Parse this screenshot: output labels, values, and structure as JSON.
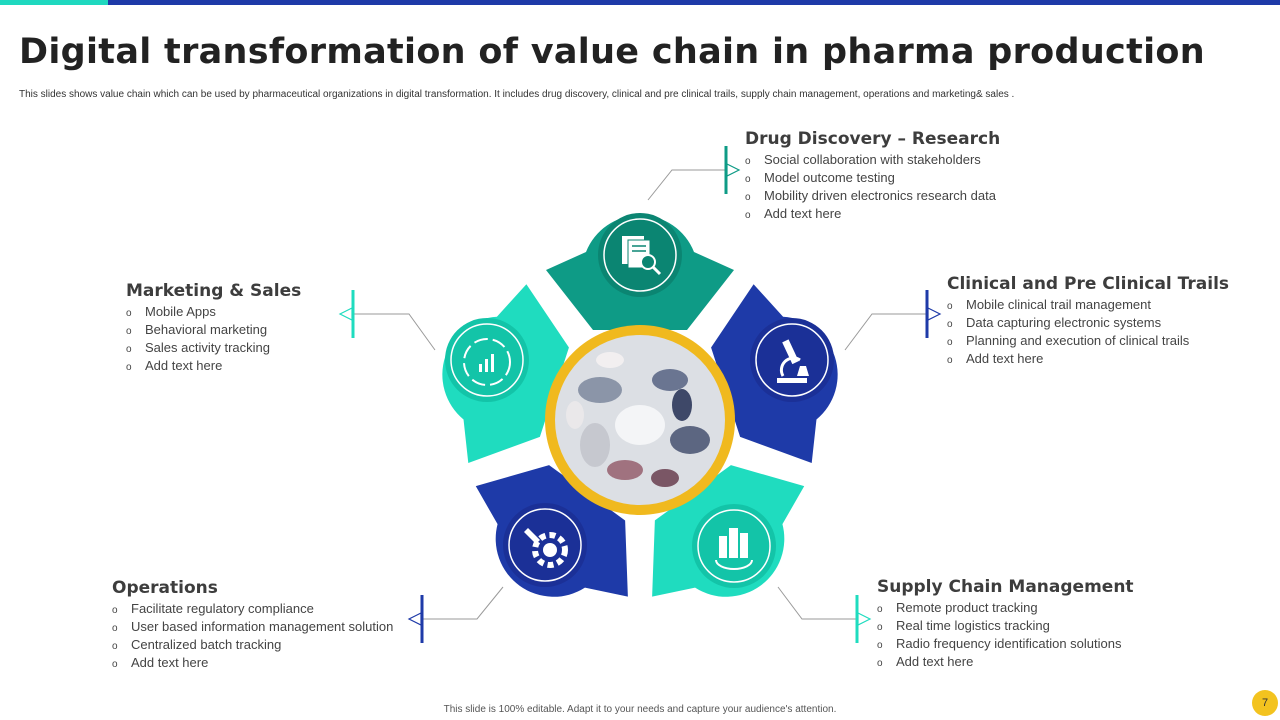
{
  "title": "Digital transformation of value chain in pharma production",
  "subtitle": "This slides shows value chain which can be used by pharmaceutical organizations in digital transformation. It includes drug discovery, clinical and pre clinical trails, supply chain management,  operations and marketing&  sales .",
  "bullet_glyph": "o",
  "colors": {
    "teal_dark": "#0e9b86",
    "teal_light": "#1fdcbf",
    "blue": "#1e3aa8",
    "gold": "#f0b91e"
  },
  "sections": {
    "drug": {
      "heading": "Drug Discovery – Research",
      "icon": "document-search-icon",
      "items": [
        "Social collaboration with stakeholders",
        "Model outcome testing",
        "Mobility driven  electronics research data",
        "Add text here"
      ]
    },
    "clinical": {
      "heading": "Clinical and Pre Clinical Trails",
      "icon": "microscope-icon",
      "items": [
        "Mobile clinical trail management",
        "Data capturing electronic systems",
        "Planning and execution of clinical trails",
        "Add text here"
      ]
    },
    "marketing": {
      "heading": "Marketing & Sales",
      "icon": "marketing-cycle-icon",
      "items": [
        "Mobile Apps",
        "Behavioral  marketing",
        "Sales activity tracking",
        "Add text here"
      ]
    },
    "operations": {
      "heading": "Operations",
      "icon": "hand-gear-icon",
      "items": [
        "Facilitate regulatory compliance",
        "User based information  management solution",
        "Centralized  batch tracking",
        "Add text here"
      ]
    },
    "supply": {
      "heading": "Supply Chain Management",
      "icon": "global-buildings-icon",
      "items": [
        "Remote product tracking",
        "Real time logistics tracking",
        "Radio frequency  identification solutions",
        "Add text here"
      ]
    }
  },
  "footer": "This slide is 100% editable.  Adapt it to your needs and capture your audience's attention.",
  "page_number": "7"
}
